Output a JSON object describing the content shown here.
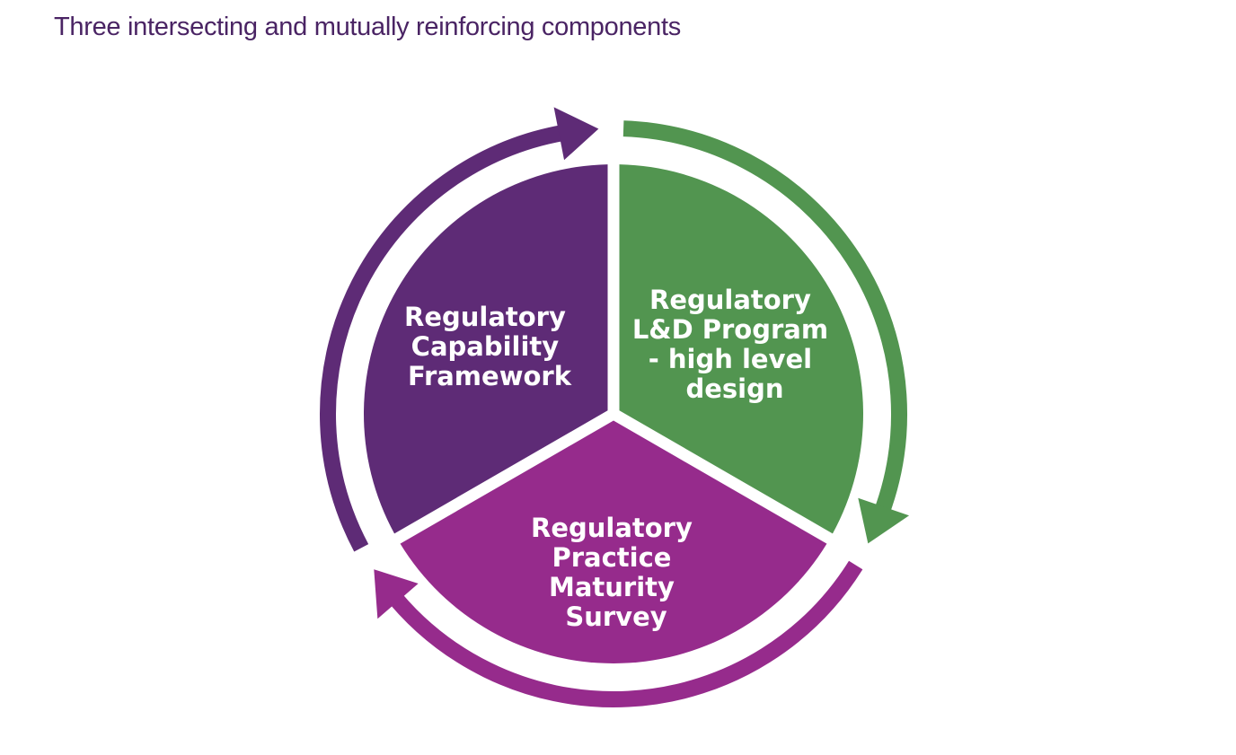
{
  "title": "Three intersecting and mutually reinforcing components",
  "colors": {
    "title": "#4a2464",
    "framework": "#5e2b76",
    "program": "#529550",
    "survey": "#962b8c",
    "background": "#ffffff"
  },
  "segments": [
    {
      "key": "framework",
      "lines": [
        "Regulatory",
        "Capability",
        "Framework"
      ]
    },
    {
      "key": "program",
      "lines": [
        "Regulatory",
        "L&D Program",
        "- high level",
        "design"
      ]
    },
    {
      "key": "survey",
      "lines": [
        "Regulatory",
        "Practice",
        "Maturity",
        "Survey"
      ]
    }
  ],
  "icons": {
    "framework_arrow": "arrow-right-icon",
    "program_arrow": "arrow-down-icon",
    "survey_arrow": "arrow-left-icon"
  }
}
